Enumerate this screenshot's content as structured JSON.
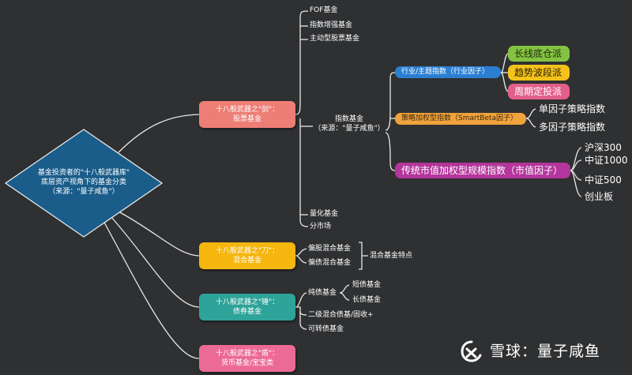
{
  "root": {
    "lines": [
      "基金投资者的\"十八般武器库\"",
      "底层资产视角下的基金分类",
      "（来源：\"量子咸鱼\"）"
    ],
    "color": "#1a5d8a"
  },
  "sword": {
    "lines": [
      "十八般武器之\"剑\"：",
      "股票基金"
    ],
    "children": [
      "FOF基金",
      "指数增强基金",
      "主动型股票基金",
      "量化基金",
      "分市场"
    ],
    "index_fund": {
      "lines": [
        "指数基金",
        "（来源：\"量子咸鱼\"）"
      ],
      "industry": {
        "label": "行业/主题指数（行业因子）",
        "children": [
          "长线底仓派",
          "趋势波段派",
          "周期定投派"
        ]
      },
      "smart_beta": {
        "label": "策略加权型指数（SmartBeta因子）",
        "children": [
          "单因子策略指数",
          "多因子策略指数"
        ]
      },
      "cap_weighted": {
        "label": "传统市值加权型规模指数（市值因子）",
        "children": [
          "沪深300",
          "中证1000",
          "中证500",
          "创业板"
        ]
      }
    }
  },
  "knife": {
    "lines": [
      "十八般武器之\"刀\"：",
      "混合基金"
    ],
    "children": [
      "偏股混合基金",
      "偏债混合基金"
    ],
    "note": "混合基金特点"
  },
  "hammer": {
    "lines": [
      "十八般武器之\"锤\"：",
      "债券基金"
    ],
    "pure_bond": {
      "label": "纯债基金",
      "children": [
        "短债基金",
        "长债基金"
      ]
    },
    "children": [
      "二级混合债基/固收+",
      "可转债基金"
    ]
  },
  "shield": {
    "lines": [
      "十八般武器之\"盾\"：",
      "货币基金/宝宝类"
    ]
  },
  "watermark": {
    "text": "雪球：量子咸鱼"
  },
  "colors": {
    "background": "#2f3032",
    "link": "#e8e8e8",
    "sword": "#ed7e76",
    "knife": "#f4b60f",
    "hammer": "#2ea399",
    "shield": "#ec6a96",
    "industry": "#2a7fd1",
    "smart_beta": "#f0a23c",
    "cap_weighted": "#b4359b",
    "long": "#84c341",
    "trend": "#f4c21b",
    "cycle": "#e25f8a"
  }
}
